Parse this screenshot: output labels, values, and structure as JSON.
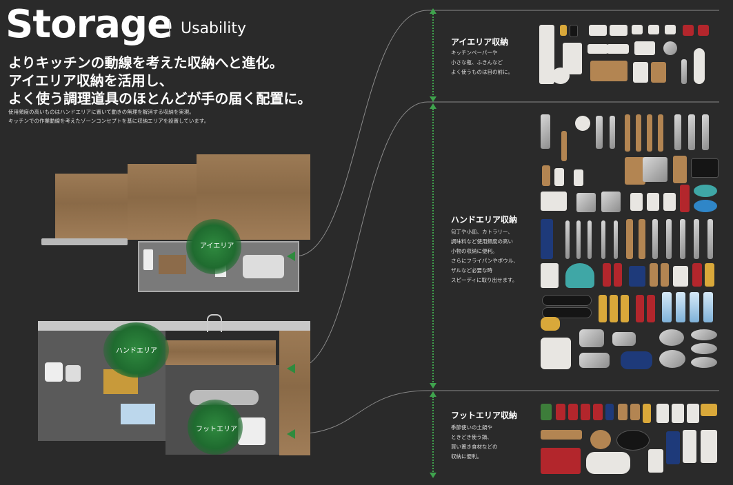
{
  "header": {
    "title": "Storage",
    "subtitle": "Usability"
  },
  "headline": [
    "よりキッチンの動線を考えた収納へと進化。",
    "アイエリア収納を活用し、",
    "よく使う調理道具のほとんどが手の届く配置に。"
  ],
  "note": [
    "使用頻度の高いものはハンドエリアに置いて動きの無理を解消する収納を実現。",
    "キッチンでの作業動線を考えたゾーンコンセプトを基に収納エリアを設置しています。"
  ],
  "zones": {
    "eye_label": "アイエリア",
    "hand_label": "ハンドエリア",
    "foot_label": "フットエリア"
  },
  "sections": {
    "eye": {
      "title": "アイエリア収納",
      "desc": [
        "キッチンペーパーや",
        "小さな瓶、ふきんなど",
        "よく使うものは目の前に。"
      ]
    },
    "hand": {
      "title": "ハンドエリア収納",
      "desc": [
        "包丁や小皿、カトラリー、",
        "調味料など使用頻度の高い",
        "小物の収納に便利。",
        "さらにフライパンやボウル、",
        "ザルなど必要な時",
        "スピーディに取り出せます。"
      ]
    },
    "foot": {
      "title": "フットエリア収納",
      "desc": [
        "季節使いの土鍋や",
        "ときどき使う鍋、",
        "買い置き食材などの",
        "収納に便利。"
      ]
    }
  },
  "colors": {
    "background": "#2a2a2a",
    "accent_green": "#2e8b3e",
    "wood": "#9c7a55"
  }
}
